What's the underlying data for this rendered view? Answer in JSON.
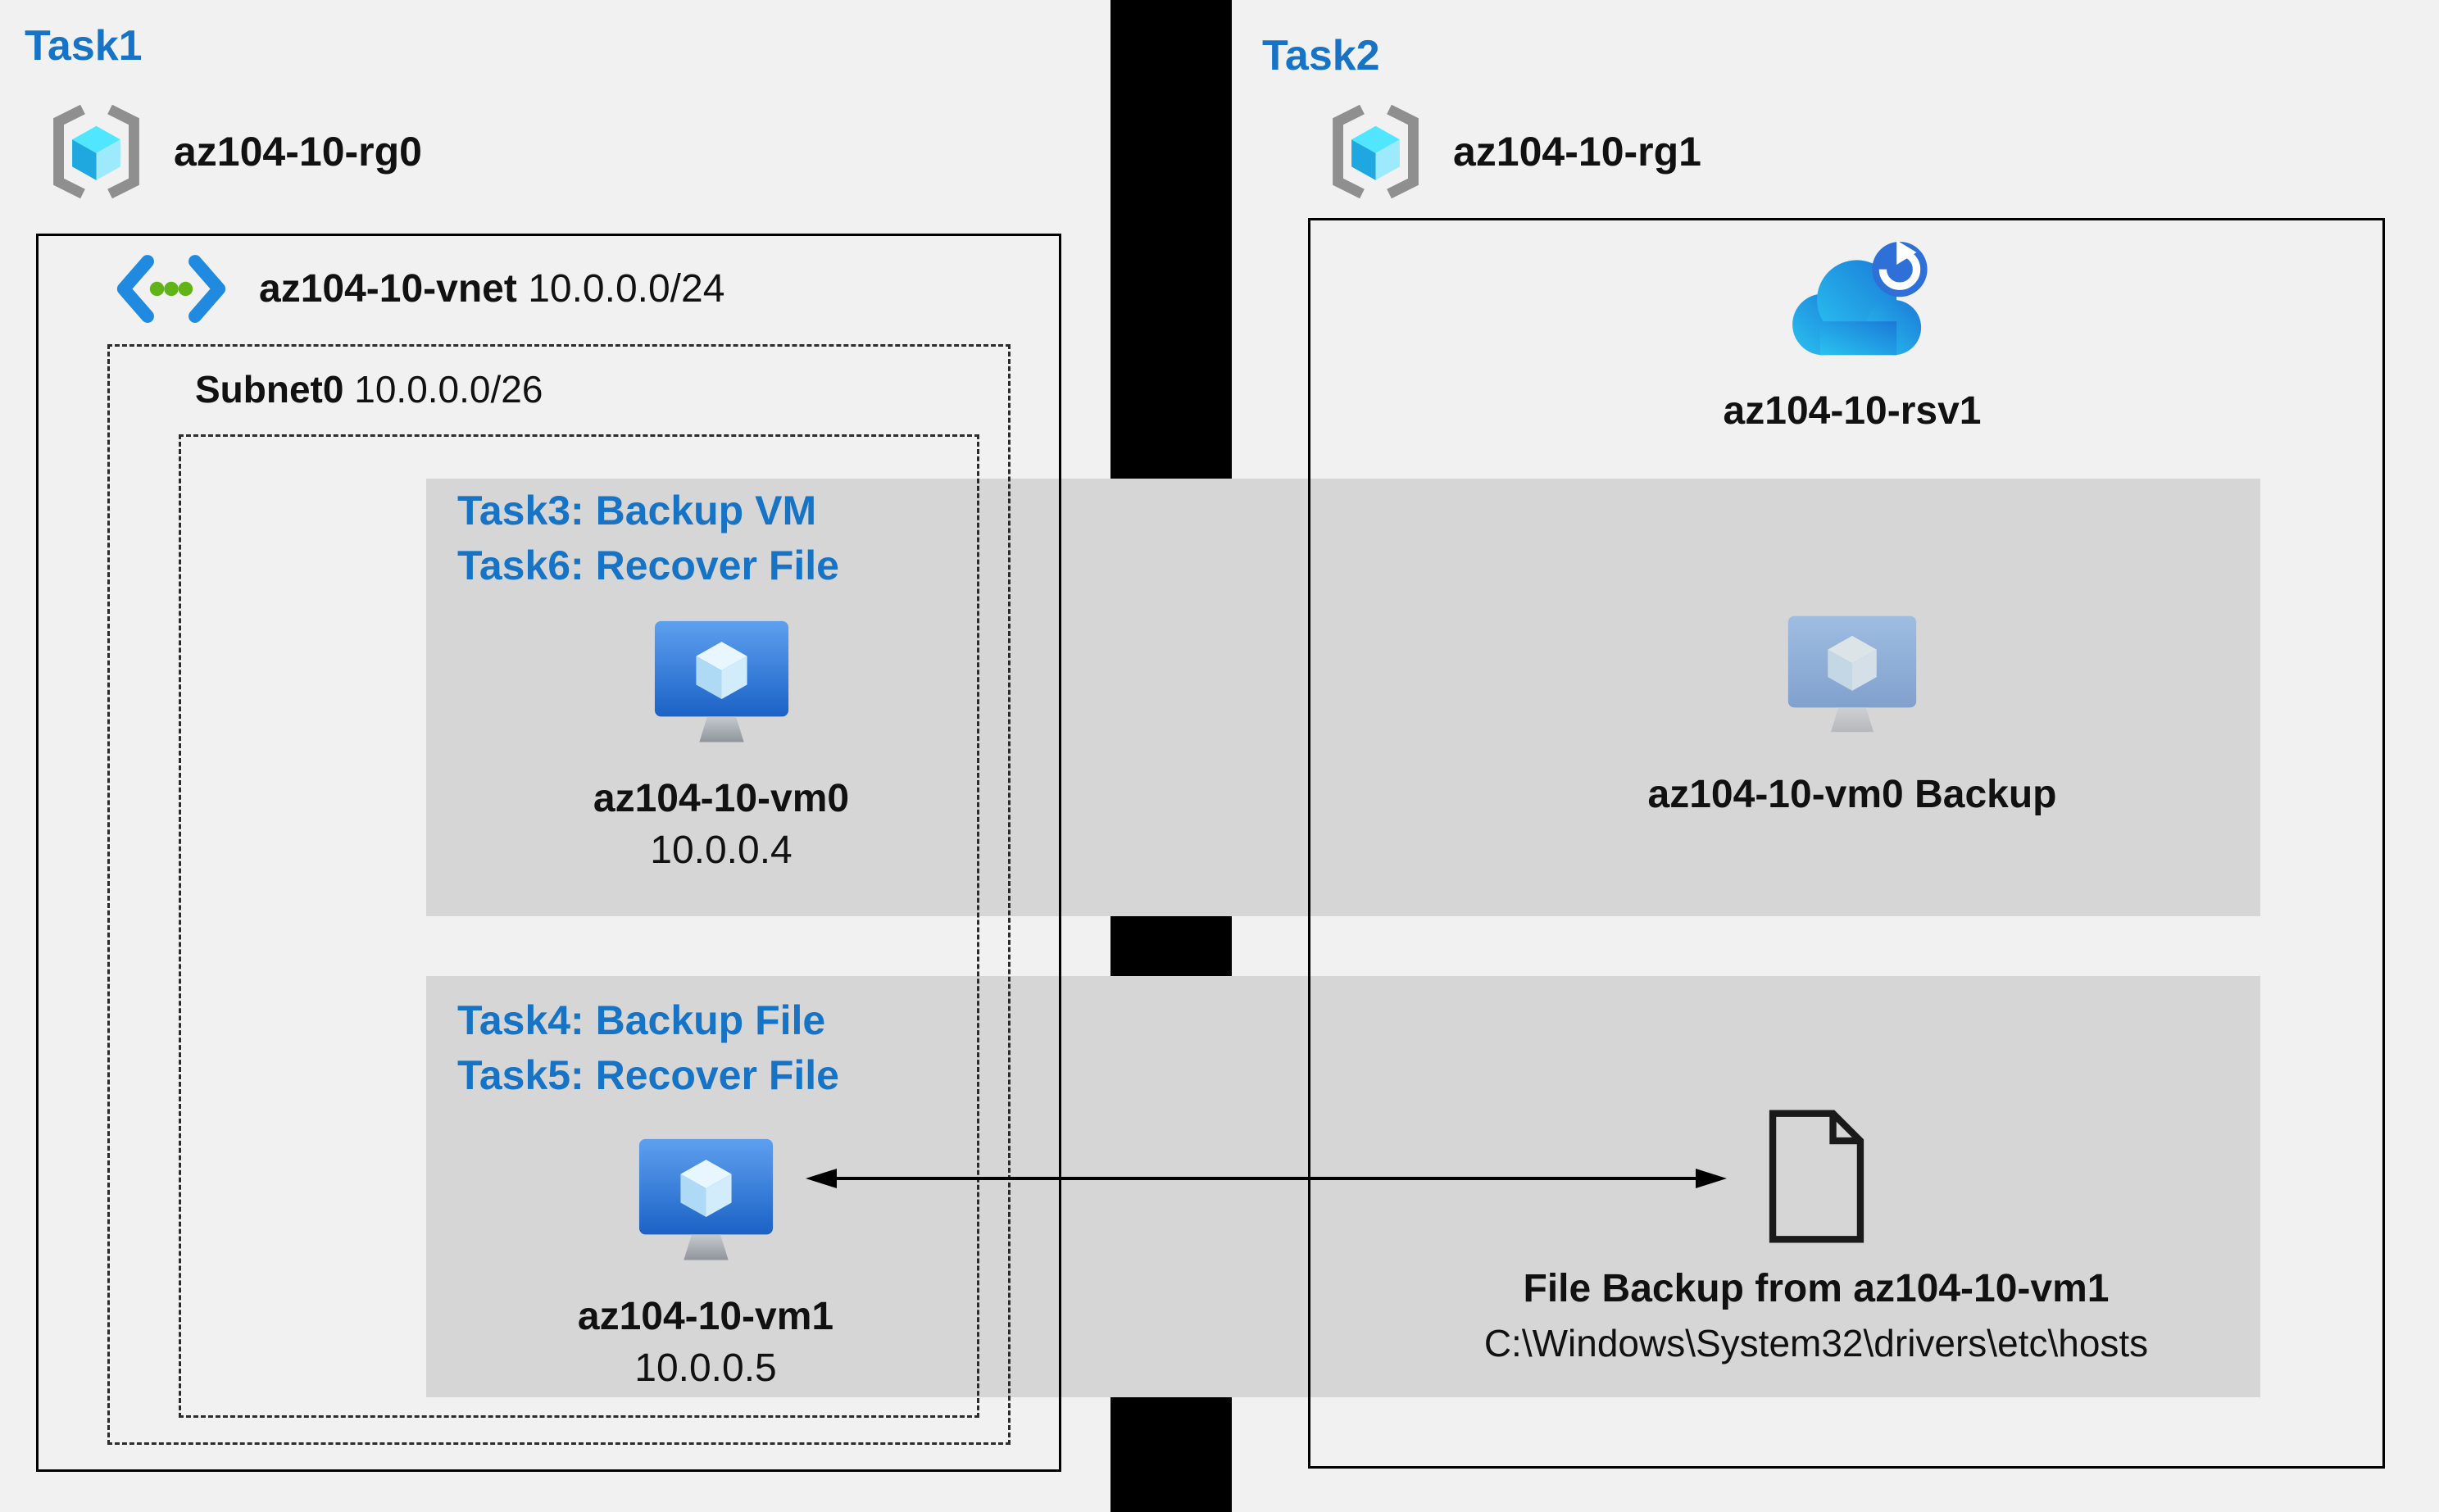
{
  "colors": {
    "accent_blue": "#1673c5",
    "band_gray": "#d6d6d6",
    "background": "#f1f1f1",
    "divider": "#000000"
  },
  "left": {
    "task_label": "Task1",
    "resource_group": "az104-10-rg0",
    "vnet": {
      "name": "az104-10-vnet",
      "cidr": "10.0.0.0/24"
    },
    "subnet": {
      "name": "Subnet0",
      "cidr": "10.0.0.0/26"
    },
    "vm0": {
      "tasks": [
        "Task3: Backup VM",
        "Task6: Recover File"
      ],
      "name": "az104-10-vm0",
      "ip": "10.0.0.4"
    },
    "vm1": {
      "tasks": [
        "Task4: Backup File",
        "Task5: Recover File"
      ],
      "name": "az104-10-vm1",
      "ip": "10.0.0.5"
    }
  },
  "right": {
    "task_label": "Task2",
    "resource_group": "az104-10-rg1",
    "vault_name": "az104-10-rsv1",
    "vm_backup_label": "az104-10-vm0 Backup",
    "file_backup": {
      "title": "File Backup from az104-10-vm1",
      "path": "C:\\Windows\\System32\\drivers\\etc\\hosts"
    }
  },
  "icons": {
    "resource_group": "resource-group-icon",
    "vnet": "virtual-network-icon",
    "vm": "virtual-machine-icon",
    "vault": "recovery-services-vault-icon",
    "file": "file-document-icon",
    "arrow": "bidirectional-arrow"
  }
}
